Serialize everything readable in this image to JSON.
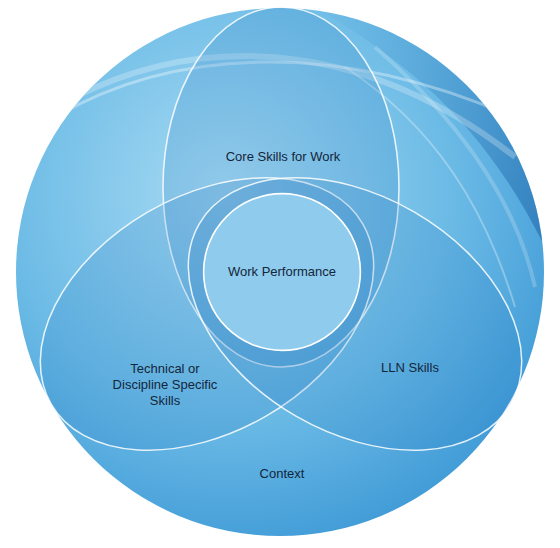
{
  "diagram": {
    "nodes": [
      {
        "text": [
          "Context"
        ]
      },
      {
        "text": [
          "Core Skills for Work"
        ],
        "in": 0
      },
      {
        "text": [
          "Technical or Discipline Specific Skills"
        ],
        "in": 0
      },
      {
        "text": [
          "LLN Skills"
        ],
        "in": 0
      },
      {
        "text": [
          "Work Performance"
        ],
        "in": 0
      }
    ]
  }
}
